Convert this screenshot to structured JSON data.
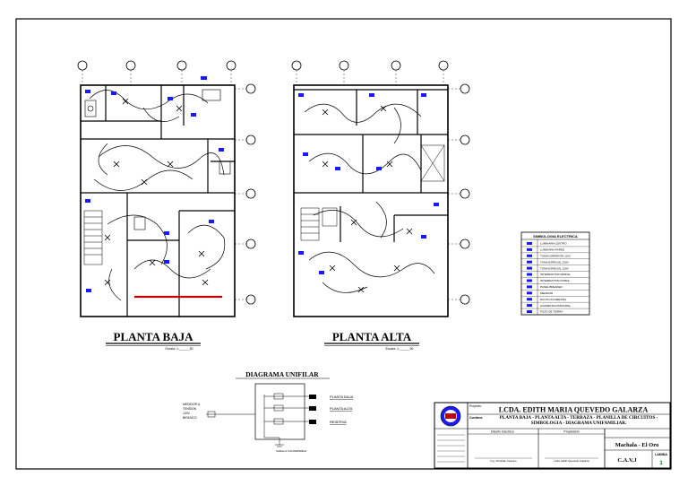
{
  "plans": {
    "ground": {
      "title": "PLANTA BAJA",
      "scale_label": "Escala: 1:______50"
    },
    "upper": {
      "title": "PLANTA ALTA",
      "scale_label": "Escala: 1:______50"
    }
  },
  "diagram": {
    "title": "DIAGRAMA UNIFILAR",
    "circuits": [
      "PLANTA BAJA",
      "PLANTA ALTA",
      "RESERVA"
    ],
    "meter_notes": [
      "MEDIDOR A",
      "TENSION",
      "120V",
      "BIFASICO"
    ],
    "ground_note": "VARILLA COOPERWELD"
  },
  "legend": {
    "title": "SIMBOLOGIA ELECTRICA",
    "items": [
      "LUMINARIA CENTRO",
      "LUMINARIA PARED",
      "TOMACORRIENTE 110V",
      "TOMA ESPECIAL 220V",
      "TOMA ESPECIAL 220V",
      "INTERRUPTOR SIMPLE",
      "INTERRUPTOR DOBLE",
      "PANEL BREAKER",
      "MEDIDOR",
      "DUCTO ACOMETIDA",
      "ACOMETIDA PRINCIPAL",
      "POZO DE TIERRA"
    ]
  },
  "title_block": {
    "project_label": "Proyecto",
    "owner": "LCDA. EDITH MARIA QUEVEDO GALARZA",
    "contains_label": "Contiene",
    "contents": "PLANTA BAJA - PLANTA ALTA - TERRAZA - PLANILLA DE CIRCUITOS - SIMBOLOGIA - DIAGRAMA UNIFAMILIAR.",
    "discipline": "Diseño Electrico",
    "owner_label": "Propietario",
    "location": "Machala - El Oro",
    "drawn_by": "C.A.V.J",
    "sheet_label": "LAMINA",
    "sheet_number": "1",
    "engineer_note": "Ing. Christian Vivanco",
    "owner_note": "Lcda. Edith Quevedo Galarza"
  },
  "colors": {
    "line": "#000000",
    "symbol": "#1a1aff",
    "accent": "#c00000"
  }
}
